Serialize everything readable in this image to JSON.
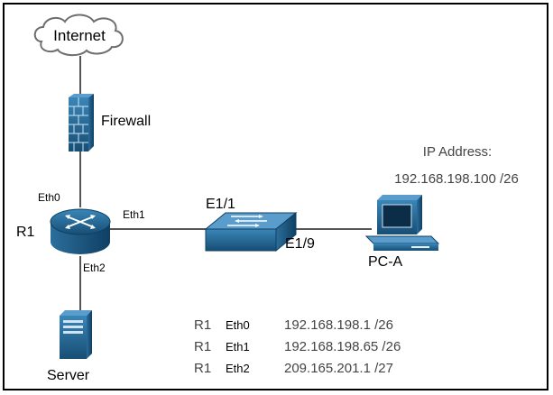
{
  "nodes": {
    "internet": {
      "label": "Internet"
    },
    "firewall": {
      "label": "Firewall"
    },
    "router": {
      "label": "R1"
    },
    "switch": {
      "label": ""
    },
    "server": {
      "label": "Server"
    },
    "pc": {
      "label": "PC-A"
    }
  },
  "interfaces": {
    "eth0": "Eth0",
    "eth1": "Eth1",
    "eth2": "Eth2",
    "e1_1": "E1/1",
    "e1_9": "E1/9"
  },
  "pc_ip": {
    "title": "IP Address:",
    "value": "192.168.198.100 /26"
  },
  "ip_table": [
    {
      "device": "R1",
      "iface": "Eth0",
      "address": "192.168.198.1 /26"
    },
    {
      "device": "R1",
      "iface": "Eth1",
      "address": "192.168.198.65 /26"
    },
    {
      "device": "R1",
      "iface": "Eth2",
      "address": "209.165.201.1 /27"
    }
  ],
  "colors": {
    "device_blue": "#1f5f8b",
    "device_light": "#3a86b8",
    "device_dark": "#0f3f63",
    "link": "#555555"
  }
}
